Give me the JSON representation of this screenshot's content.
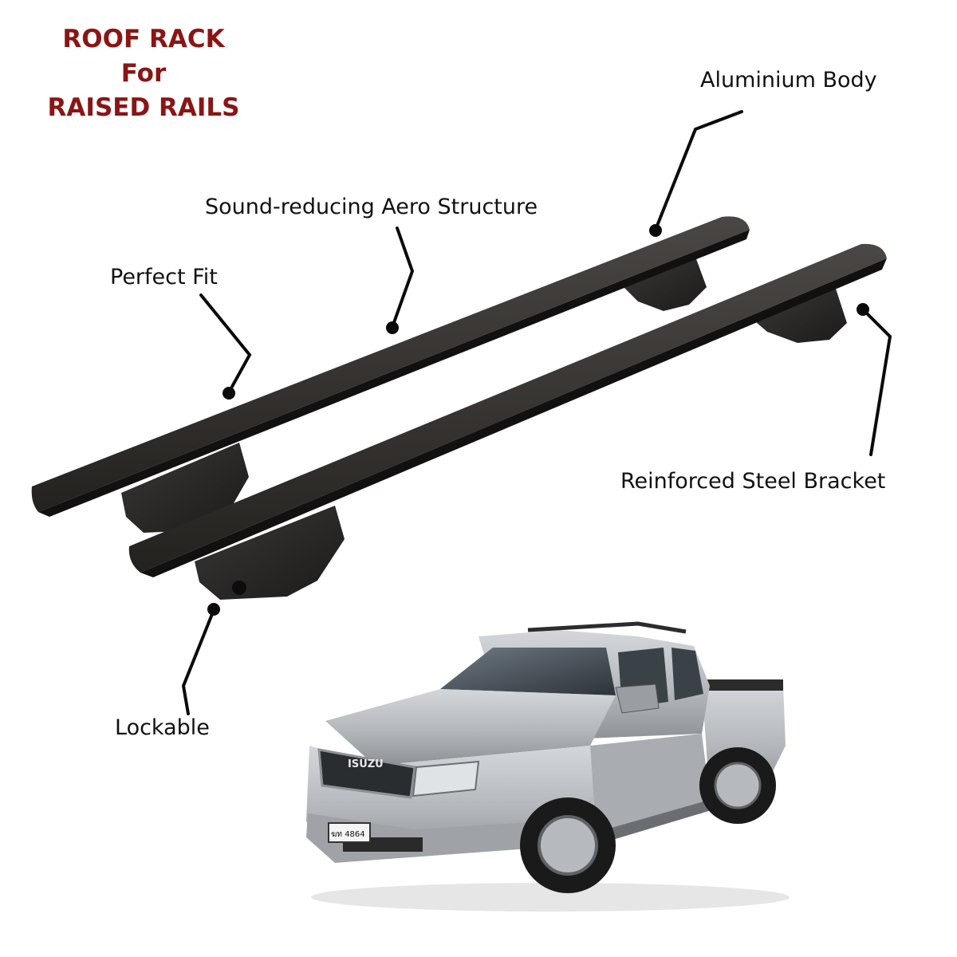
{
  "heading": {
    "line1": "ROOF RACK",
    "line2": "For",
    "line3": "RAISED RAILS",
    "color": "#8a1515"
  },
  "features": {
    "aluminium_body": "Aluminium Body",
    "aero_structure": "Sound-reducing Aero Structure",
    "perfect_fit": "Perfect Fit",
    "steel_bracket": "Reinforced Steel Bracket",
    "lockable": "Lockable"
  },
  "truck": {
    "badge": "ISUZU",
    "plate": "ฆท 4864",
    "body_color": "#b9bdc2"
  },
  "colors": {
    "bar": "#2a2826",
    "leader": "#0a0a0a"
  }
}
